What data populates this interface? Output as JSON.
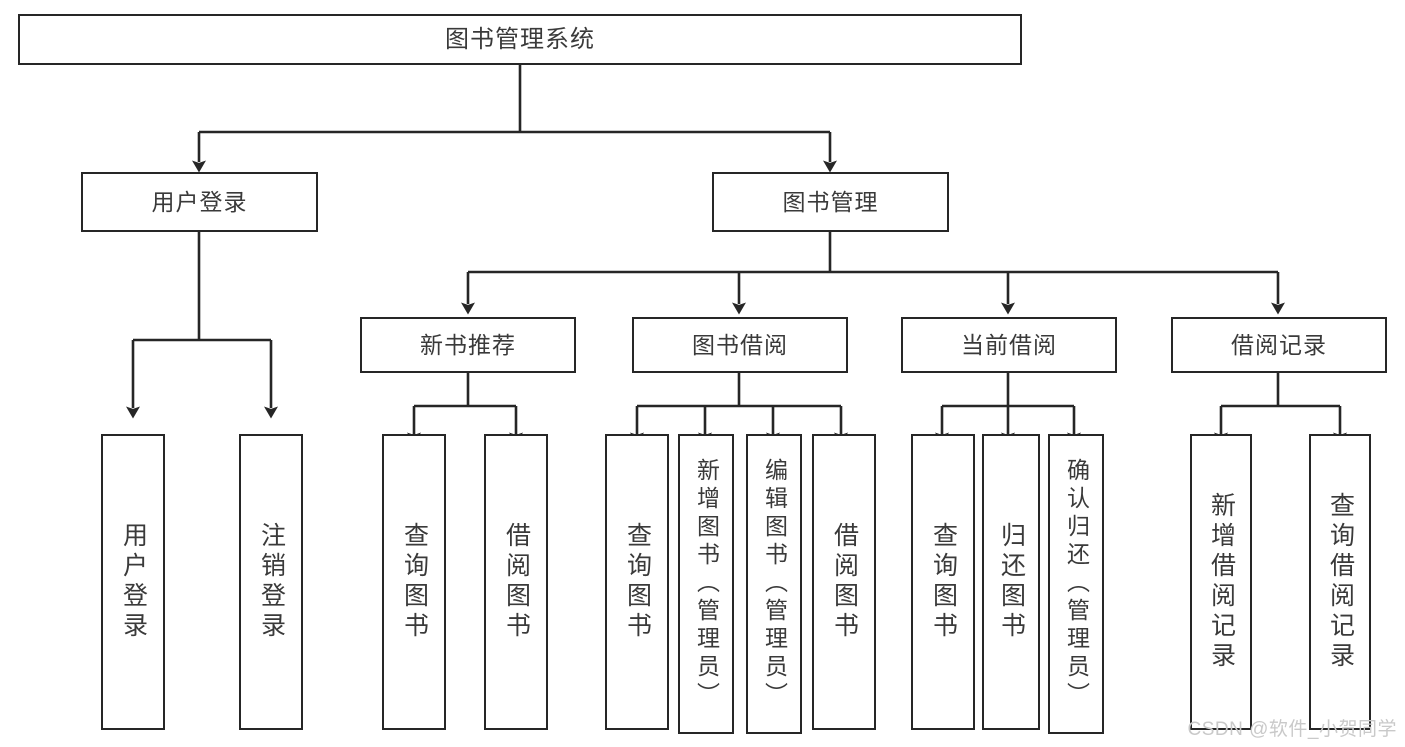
{
  "diagram": {
    "title": "图书管理系统",
    "type": "functional-structure-tree",
    "root": {
      "id": "root",
      "label": "图书管理系统"
    },
    "level2": [
      {
        "id": "user-login",
        "label": "用户登录"
      },
      {
        "id": "book-manage",
        "label": "图书管理"
      }
    ],
    "level3": [
      {
        "id": "new-book-recommend",
        "label": "新书推荐"
      },
      {
        "id": "book-borrow",
        "label": "图书借阅"
      },
      {
        "id": "current-borrow",
        "label": "当前借阅"
      },
      {
        "id": "borrow-record",
        "label": "借阅记录"
      }
    ],
    "leaves": {
      "user_login": [
        {
          "id": "leaf-user-login",
          "label": "用户登录"
        },
        {
          "id": "leaf-logout-login",
          "label": "注销登录"
        }
      ],
      "new_book_recommend": [
        {
          "id": "leaf-query-book-1",
          "label": "查询图书"
        },
        {
          "id": "leaf-borrow-book-1",
          "label": "借阅图书"
        }
      ],
      "book_borrow": [
        {
          "id": "leaf-query-book-2",
          "label": "查询图书"
        },
        {
          "id": "leaf-add-book",
          "label": "新增图书（管理员）"
        },
        {
          "id": "leaf-edit-book",
          "label": "编辑图书（管理员）"
        },
        {
          "id": "leaf-borrow-book-2",
          "label": "借阅图书"
        }
      ],
      "current_borrow": [
        {
          "id": "leaf-query-book-3",
          "label": "查询图书"
        },
        {
          "id": "leaf-return-book",
          "label": "归还图书"
        },
        {
          "id": "leaf-confirm-return",
          "label": "确认归还（管理员）"
        }
      ],
      "borrow_record": [
        {
          "id": "leaf-add-record",
          "label": "新增借阅记录"
        },
        {
          "id": "leaf-query-record",
          "label": "查询借阅记录"
        }
      ]
    }
  },
  "watermark": {
    "text": "CSDN @软件_小贺同学"
  },
  "colors": {
    "border": "#262626",
    "text": "#3a3a3a",
    "background": "#ffffff",
    "watermark": "#c9c9c9"
  }
}
